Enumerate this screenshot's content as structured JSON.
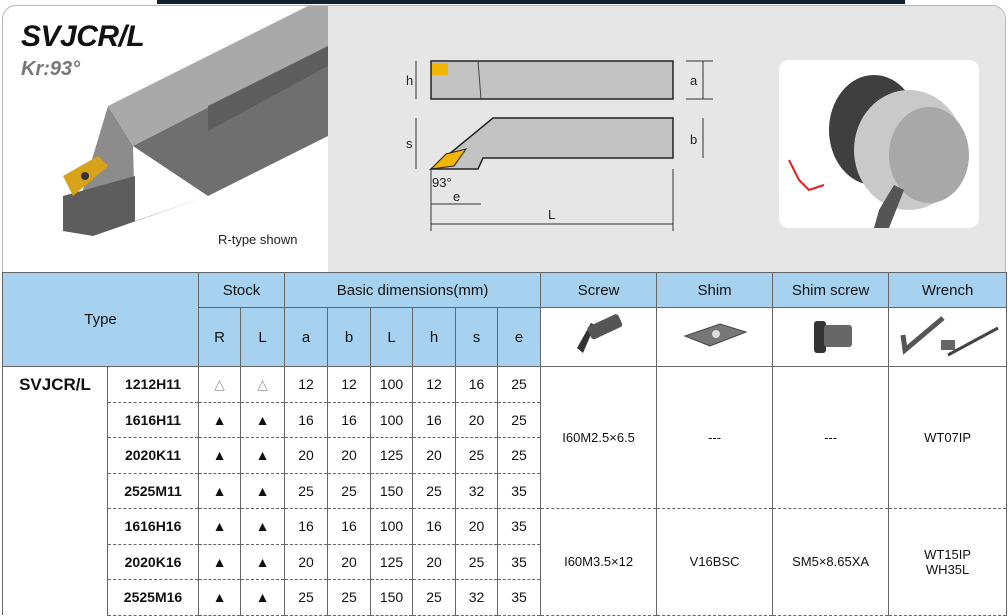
{
  "header": {
    "title": "SVJCR/L",
    "kr": "Kr:93°",
    "caption": "R-type shown"
  },
  "diagram": {
    "labels": {
      "h": "h",
      "a": "a",
      "s": "s",
      "b": "b",
      "angle": "93°",
      "e": "e",
      "L": "L"
    }
  },
  "table": {
    "headers": {
      "type": "Type",
      "stock": "Stock",
      "basic": "Basic dimensions(mm)",
      "screw": "Screw",
      "shim": "Shim",
      "shim_screw": "Shim screw",
      "wrench": "Wrench"
    },
    "subheaders": [
      "R",
      "L",
      "a",
      "b",
      "L",
      "h",
      "s",
      "e"
    ],
    "type_name": "SVJCR/L",
    "rows": [
      {
        "model": "1212H11",
        "R": "△",
        "L": "△",
        "a": "12",
        "b": "12",
        "len": "100",
        "h": "12",
        "s": "16",
        "e": "25"
      },
      {
        "model": "1616H11",
        "R": "▲",
        "L": "▲",
        "a": "16",
        "b": "16",
        "len": "100",
        "h": "16",
        "s": "20",
        "e": "25"
      },
      {
        "model": "2020K11",
        "R": "▲",
        "L": "▲",
        "a": "20",
        "b": "20",
        "len": "125",
        "h": "20",
        "s": "25",
        "e": "25"
      },
      {
        "model": "2525M11",
        "R": "▲",
        "L": "▲",
        "a": "25",
        "b": "25",
        "len": "150",
        "h": "25",
        "s": "32",
        "e": "35"
      },
      {
        "model": "1616H16",
        "R": "▲",
        "L": "▲",
        "a": "16",
        "b": "16",
        "len": "100",
        "h": "16",
        "s": "20",
        "e": "35"
      },
      {
        "model": "2020K16",
        "R": "▲",
        "L": "▲",
        "a": "20",
        "b": "20",
        "len": "125",
        "h": "20",
        "s": "25",
        "e": "35"
      },
      {
        "model": "2525M16",
        "R": "▲",
        "L": "▲",
        "a": "25",
        "b": "25",
        "len": "150",
        "h": "25",
        "s": "32",
        "e": "35"
      }
    ],
    "groups": [
      {
        "screw": "I60M2.5×6.5",
        "shim": "---",
        "shim_screw": "---",
        "wrench": [
          "WT07IP"
        ]
      },
      {
        "screw": "I60M3.5×12",
        "shim": "V16BSC",
        "shim_screw": "SM5×8.65XA",
        "wrench": [
          "WT15IP",
          "WH35L"
        ]
      }
    ]
  }
}
